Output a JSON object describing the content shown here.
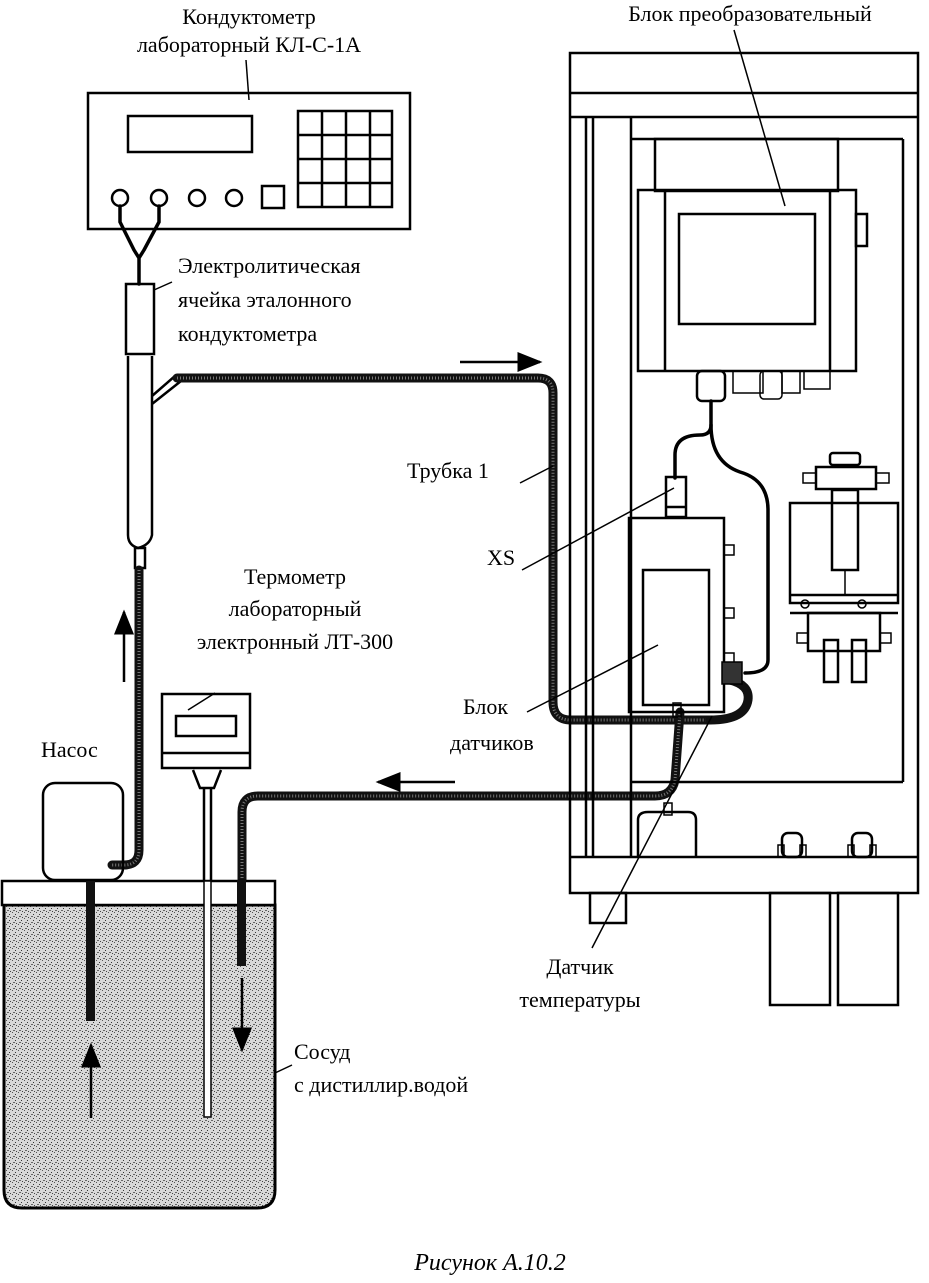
{
  "figure": {
    "caption": "Рисунок А.10.2",
    "labels": {
      "conductometer": [
        "Кондуктометр",
        "лабораторный КЛ-С-1А"
      ],
      "converter_block": "Блок преобразовательный",
      "electrolytic_cell": [
        "Электролитическая",
        "ячейка эталонного",
        "кондуктометра"
      ],
      "tube": "Трубка 1",
      "connector": "XS",
      "thermometer": [
        "Термометр",
        "лабораторный",
        "электронный ЛТ-300"
      ],
      "pump": "Насос",
      "sensor_block": [
        "Блок",
        "датчиков"
      ],
      "temperature_sensor": [
        "Датчик",
        "температуры"
      ],
      "vessel": [
        "Сосуд",
        "с дистиллир.водой"
      ]
    },
    "flow_arrows": [
      "right",
      "left",
      "up",
      "down-in-vessel",
      "up-in-vessel"
    ]
  }
}
